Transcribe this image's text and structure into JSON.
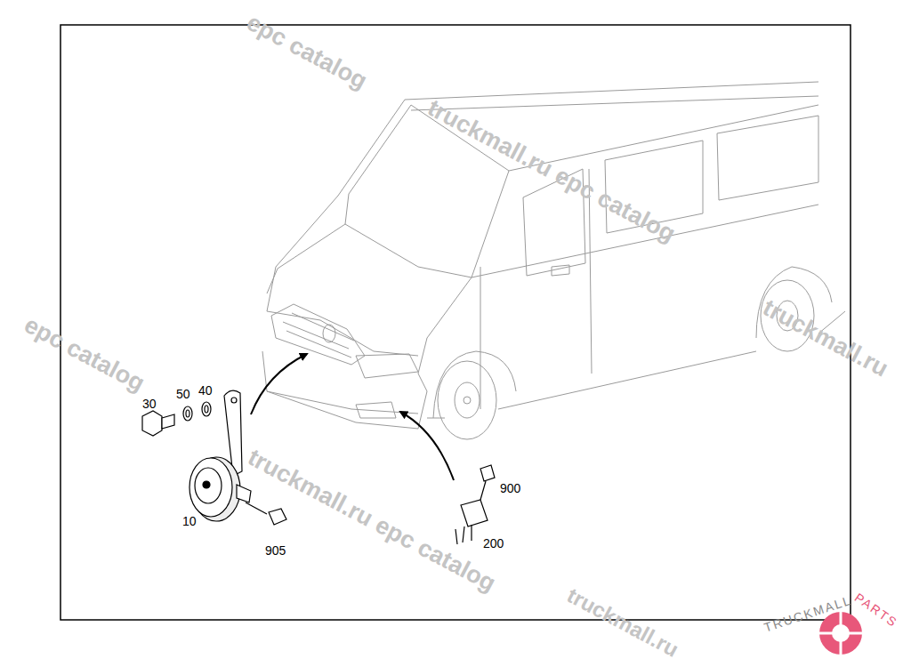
{
  "diagram": {
    "labels": [
      "30",
      "50",
      "40",
      "10",
      "905",
      "900",
      "200",
      "epc catalog",
      "truckmall.ru epc catalog",
      "epc catalog",
      "truckmall.ru epc catalog",
      "truckmall.ru",
      "truckmall.ru",
      "TRUCKMALL",
      "PARTS"
    ]
  }
}
